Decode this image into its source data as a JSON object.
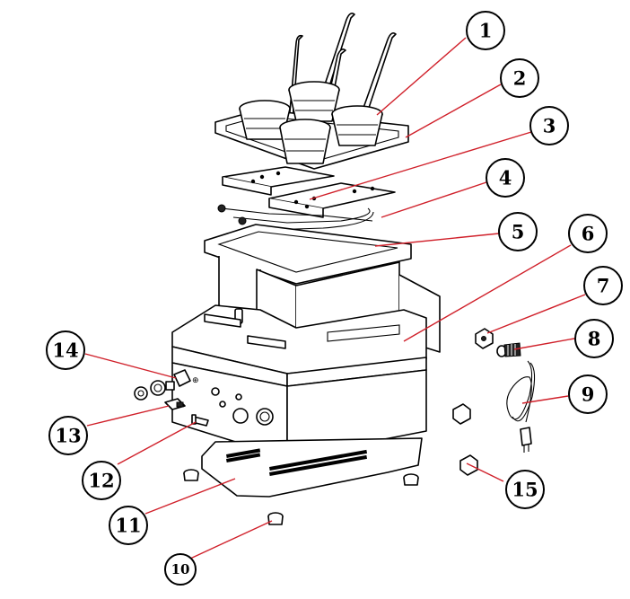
{
  "diagram": {
    "callouts": [
      {
        "label": "1"
      },
      {
        "label": "2"
      },
      {
        "label": "3"
      },
      {
        "label": "4"
      },
      {
        "label": "5"
      },
      {
        "label": "6"
      },
      {
        "label": "7"
      },
      {
        "label": "8"
      },
      {
        "label": "9"
      },
      {
        "label": "10"
      },
      {
        "label": "11"
      },
      {
        "label": "12"
      },
      {
        "label": "13"
      },
      {
        "label": "14"
      },
      {
        "label": "15"
      }
    ],
    "panel_marking": "⊕",
    "colors": {
      "line": "#000000",
      "leader": "#d0202a",
      "background": "#ffffff"
    }
  }
}
